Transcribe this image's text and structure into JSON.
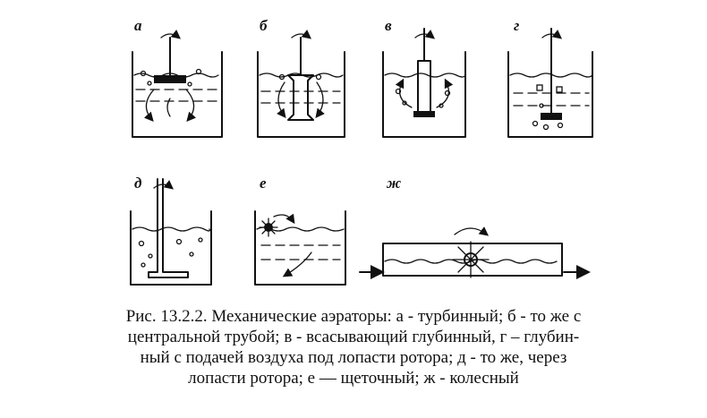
{
  "figure": {
    "panels": [
      {
        "id": "a",
        "letter": "а"
      },
      {
        "id": "b",
        "letter": "б"
      },
      {
        "id": "v",
        "letter": "в"
      },
      {
        "id": "g",
        "letter": "г"
      },
      {
        "id": "d",
        "letter": "д"
      },
      {
        "id": "e",
        "letter": "е"
      },
      {
        "id": "zh",
        "letter": "ж"
      }
    ],
    "caption": {
      "line1": "Рис. 13.2.2. Механические аэраторы: а - турбинный; б - то же с",
      "line2": "центральной трубой; в - всасывающий глубинный, г – глубин-",
      "line3": "ный с подачей воздуха под лопасти ротора; д - то же, через",
      "line4": "лопасти ротора; е — щеточный; ж - колесный"
    }
  }
}
